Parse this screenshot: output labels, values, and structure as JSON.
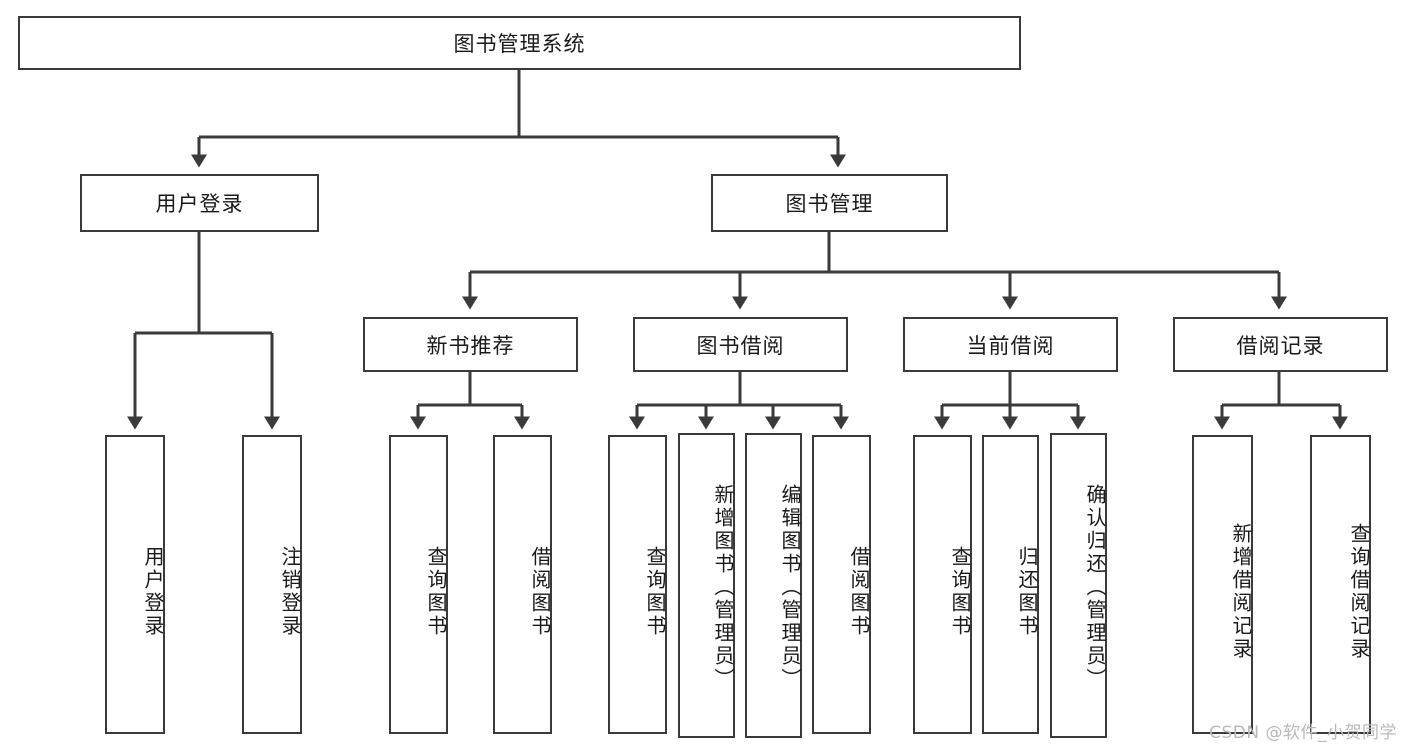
{
  "diagram": {
    "type": "tree-hierarchy-chart",
    "title": "图书管理系统",
    "orientation": "top-down",
    "colors": {
      "stroke": "#3a3a3a",
      "fill": "#ffffff",
      "text": "#1a1a1a",
      "watermark": "#b9b9b9"
    },
    "root": {
      "label": "图书管理系统",
      "id": "root-system"
    },
    "level2": [
      {
        "id": "user-login",
        "label": "用户登录"
      },
      {
        "id": "book-manage",
        "label": "图书管理"
      }
    ],
    "level3": [
      {
        "id": "new-book-recommend",
        "label": "新书推荐",
        "parent": "book-manage"
      },
      {
        "id": "book-borrow",
        "label": "图书借阅",
        "parent": "book-manage"
      },
      {
        "id": "current-borrow",
        "label": "当前借阅",
        "parent": "book-manage"
      },
      {
        "id": "borrow-record",
        "label": "借阅记录",
        "parent": "book-manage"
      }
    ],
    "leaves": {
      "user-login": [
        {
          "id": "leaf-user-login",
          "label": "用户登录"
        },
        {
          "id": "leaf-logout-login",
          "label": "注销登录"
        }
      ],
      "new-book-recommend": [
        {
          "id": "leaf-query-book-1",
          "label": "查询图书"
        },
        {
          "id": "leaf-borrow-book-1",
          "label": "借阅图书"
        }
      ],
      "book-borrow": [
        {
          "id": "leaf-query-book-2",
          "label": "查询图书"
        },
        {
          "id": "leaf-add-book-admin",
          "label": "新增图书（管理员）"
        },
        {
          "id": "leaf-edit-book-admin",
          "label": "编辑图书（管理员）"
        },
        {
          "id": "leaf-borrow-book-2",
          "label": "借阅图书"
        }
      ],
      "current-borrow": [
        {
          "id": "leaf-query-book-3",
          "label": "查询图书"
        },
        {
          "id": "leaf-return-book",
          "label": "归还图书"
        },
        {
          "id": "leaf-confirm-return-admin",
          "label": "确认归还（管理员）"
        }
      ],
      "borrow-record": [
        {
          "id": "leaf-add-borrow-record",
          "label": "新增借阅记录"
        },
        {
          "id": "leaf-query-borrow-record",
          "label": "查询借阅记录"
        }
      ]
    }
  },
  "watermark": {
    "text": "CSDN @软件_小贺同学"
  }
}
